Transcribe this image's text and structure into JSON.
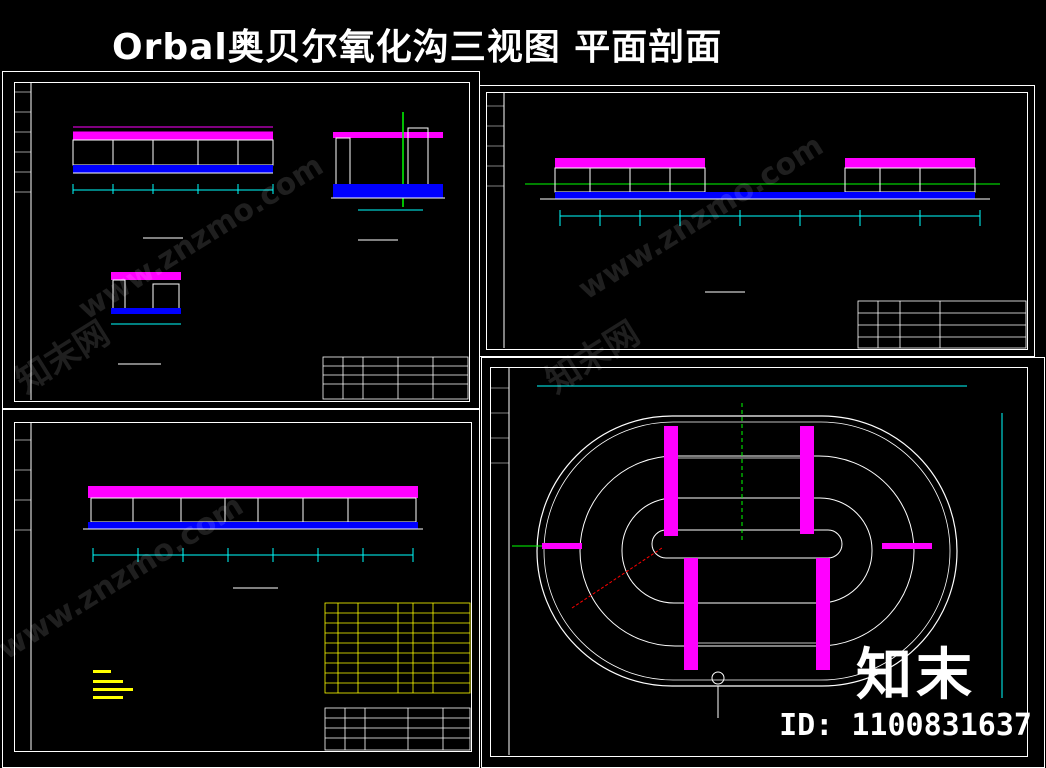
{
  "title": "Orbal奥贝尔氧化沟三视图 平面剖面",
  "watermark": "www.znzmo.com",
  "watermark_cn": "知末网",
  "brand": "知末",
  "image_id": "ID: 1100831637",
  "colors": {
    "background": "#000000",
    "line": "#ffffff",
    "walkway": "#ff00ff",
    "water": "#0000ff",
    "dimension": "#00ffff",
    "pipe": "#00ff00",
    "note": "#ffff00"
  }
}
